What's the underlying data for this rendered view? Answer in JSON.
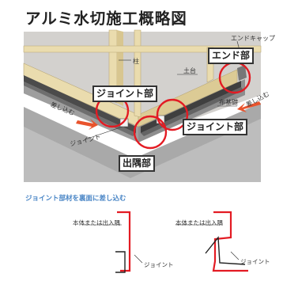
{
  "title": "アルミ水切施工概略図",
  "labels": {
    "end_cap": "エンドキャップ",
    "end_part": "エンド部",
    "pillar": "柱",
    "sill": "土台",
    "joint_part_left": "ジョイント部",
    "joint_part_right": "ジョイント部",
    "foundation": "布基礎",
    "insert_left": "差し込む",
    "insert_right": "差し込む",
    "joint": "ジョイント",
    "corner_part": "出隅部"
  },
  "detail": {
    "subtitle": "ジョイント部材を裏面に差し込む",
    "left_body_label": "本体または出入隅",
    "left_joint_label": "ジョイント",
    "right_body_label": "本体または出入隅",
    "right_joint_label": "ジョイント"
  },
  "colors": {
    "highlight_red": "#e31b23",
    "subtitle_blue": "#4a86c6",
    "wood": "#eadcae",
    "concrete": "#ababab"
  }
}
